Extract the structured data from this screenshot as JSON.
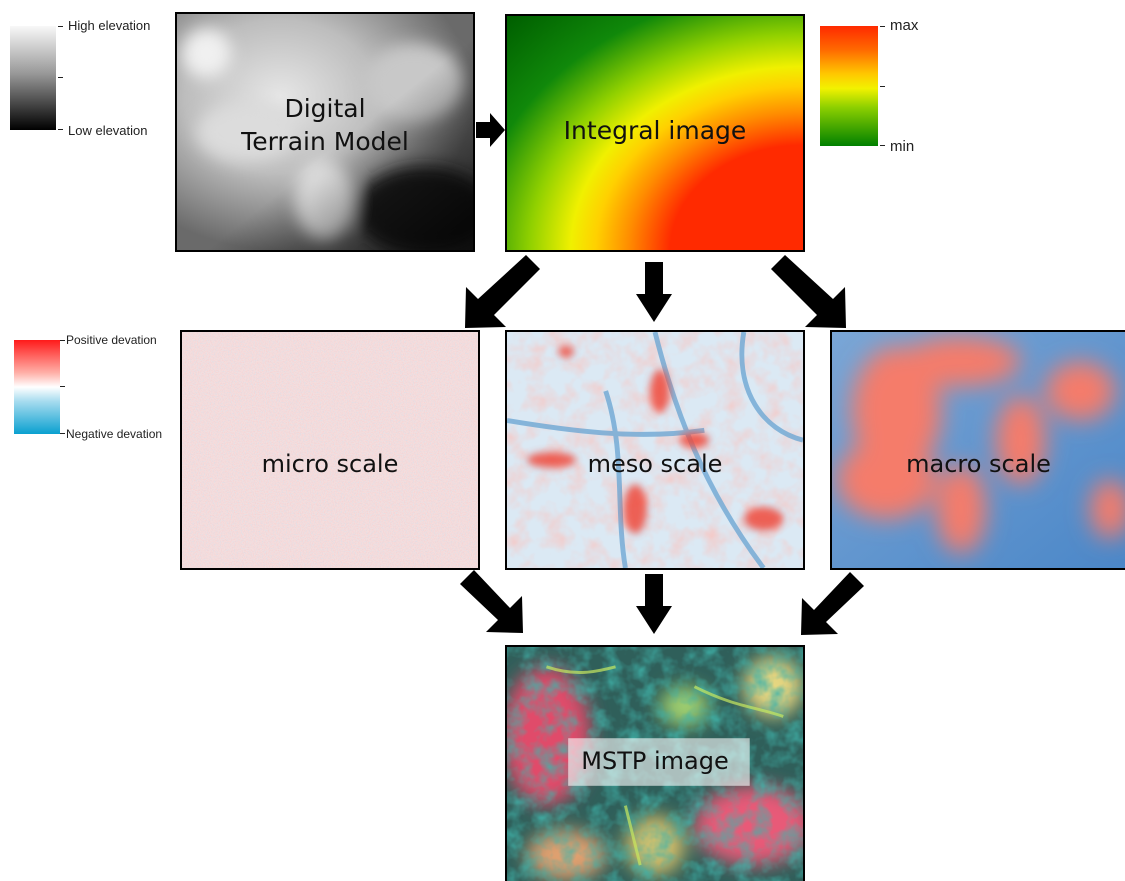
{
  "elevation_legend": {
    "high": "High elevation",
    "low": "Low elevation",
    "colors": [
      "#f8f8f8",
      "#000000"
    ]
  },
  "integral_legend": {
    "max": "max",
    "min": "min",
    "colors": [
      "#ff2a00",
      "#ffc800",
      "#f2f200",
      "#8ccf00",
      "#008000"
    ]
  },
  "deviation_legend": {
    "positive": "Positive devation",
    "negative": "Negative devation",
    "colors": [
      "#ff1a1a",
      "#ffffff",
      "#0aa0d0"
    ]
  },
  "panels": {
    "dtm": {
      "label": "Digital\nTerrain Model"
    },
    "integral": {
      "label": "Integral image"
    },
    "micro": {
      "label": "micro scale"
    },
    "meso": {
      "label": "meso scale"
    },
    "macro": {
      "label": "macro scale"
    },
    "mstp": {
      "label": "MSTP image"
    }
  }
}
